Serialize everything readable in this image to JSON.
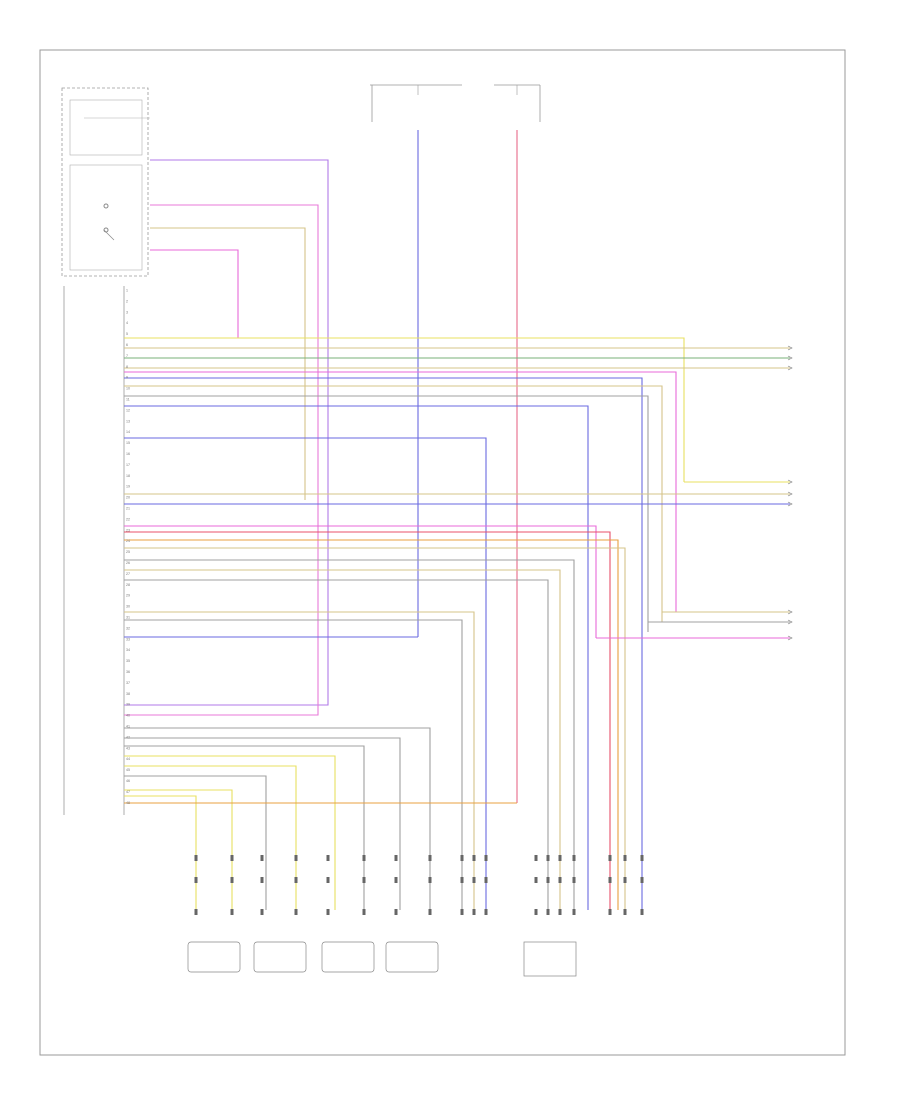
{
  "diagram": {
    "page_tag": "",
    "pins": [
      "1",
      "2",
      "3",
      "4",
      "5",
      "6",
      "7",
      "8",
      "9",
      "10",
      "11",
      "12",
      "13",
      "14",
      "15",
      "16",
      "17",
      "18",
      "19",
      "20",
      "21",
      "22",
      "23",
      "24",
      "25",
      "26",
      "27",
      "28",
      "29",
      "30",
      "31",
      "32",
      "33",
      "34",
      "35",
      "36",
      "37",
      "38",
      "39",
      "40",
      "41",
      "42",
      "43",
      "44",
      "45",
      "46",
      "47",
      "48"
    ],
    "colors": {
      "wire_yellow": "#e8e060",
      "wire_tan": "#d6c48a",
      "wire_blue": "#6a6ae0",
      "wire_purple": "#9a4ad8",
      "wire_pink": "#e86ad8",
      "wire_red": "#e8506a",
      "wire_orange": "#e8a040",
      "wire_gray": "#a0a0a0",
      "wire_green": "#7ab07a",
      "outline": "#888888"
    }
  }
}
